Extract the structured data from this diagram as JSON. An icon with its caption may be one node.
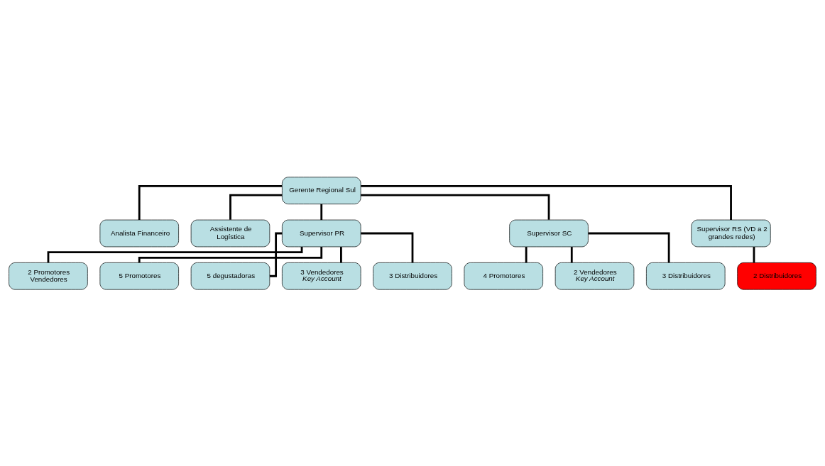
{
  "diagram": {
    "nodes": [
      {
        "text": [
          "Gerente Regional Sul"
        ]
      },
      {
        "text": [
          "Analista Financeiro"
        ]
      },
      {
        "text": [
          "Assistente de Logística"
        ]
      },
      {
        "text": [
          "Supervisor PR"
        ]
      },
      {
        "text": [
          "Supervisor SC"
        ]
      },
      {
        "text": [
          "Supervisor RS (VD a 2 grandes redes)"
        ]
      },
      {
        "text": [
          "2 Promotores Vendedores"
        ]
      },
      {
        "text": [
          "5 Promotores"
        ]
      },
      {
        "text": [
          "5 degustadoras"
        ]
      },
      {
        "text": [
          "3 Vendedores *Key Account*"
        ]
      },
      {
        "text": [
          "3 Distribuidores"
        ]
      },
      {
        "text": [
          "4 Promotores"
        ]
      },
      {
        "text": [
          "2 Vendedores *Key Account*"
        ]
      },
      {
        "text": [
          "3 Distribuidores"
        ]
      },
      {
        "text": [
          "2 Distribuidores"
        ]
      }
    ],
    "edges": [
      {
        "from": 0,
        "to": 1,
        "arrow": "none"
      },
      {
        "from": 0,
        "to": 2,
        "arrow": "none"
      },
      {
        "from": 0,
        "to": 3,
        "arrow": "none"
      },
      {
        "from": 0,
        "to": 4,
        "arrow": "none"
      },
      {
        "from": 0,
        "to": 5,
        "arrow": "none"
      },
      {
        "from": 3,
        "to": 6,
        "arrow": "none"
      },
      {
        "from": 3,
        "to": 7,
        "arrow": "none"
      },
      {
        "from": 3,
        "to": 8,
        "arrow": "none"
      },
      {
        "from": 3,
        "to": 9,
        "arrow": "none"
      },
      {
        "from": 3,
        "to": 10,
        "arrow": "none"
      },
      {
        "from": 4,
        "to": 11,
        "arrow": "none"
      },
      {
        "from": 4,
        "to": 12,
        "arrow": "none"
      },
      {
        "from": 4,
        "to": 13,
        "arrow": "none"
      },
      {
        "from": 5,
        "to": 14,
        "arrow": "none"
      }
    ]
  }
}
